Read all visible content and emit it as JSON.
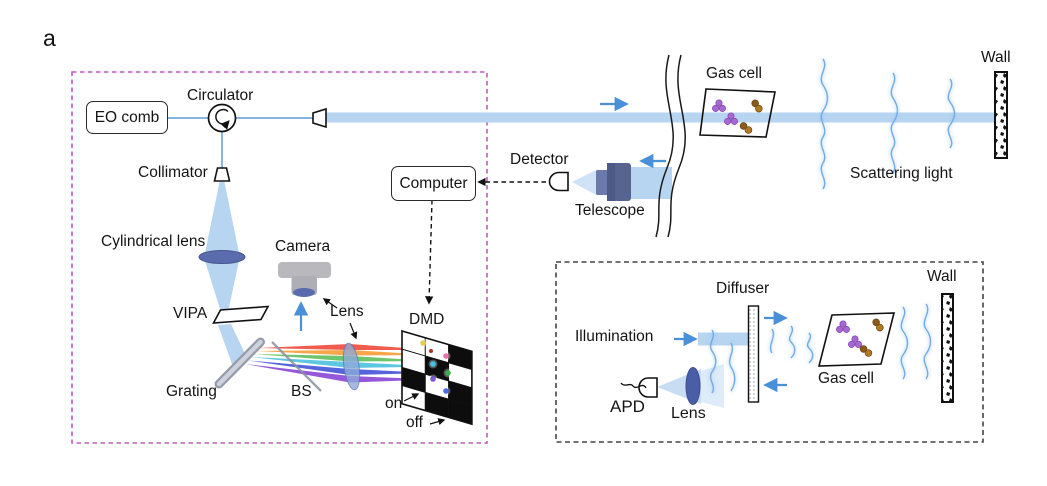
{
  "panel_label": "a",
  "colors": {
    "beam": "#b7d5f1",
    "fiber": "#78a8dc",
    "arrow_blue": "#4a90d9",
    "box_magenta": "#c45ac4",
    "box_black": "#444444",
    "lens_dark": "#5a6cae",
    "telescope_body": "#57648f",
    "camera_gray": "#b9b9bd"
  },
  "setup": {
    "eo_comb": "EO comb",
    "circulator": "Circulator",
    "collimator": "Collimator",
    "cylindrical_lens": "Cylindrical lens",
    "vipa": "VIPA",
    "grating": "Grating",
    "bs": "BS",
    "camera": "Camera",
    "lens": "Lens",
    "dmd": "DMD",
    "dmd_on": "on",
    "dmd_off": "off",
    "computer": "Computer"
  },
  "scene": {
    "detector": "Detector",
    "telescope": "Telescope",
    "gas_cell": "Gas cell",
    "scattering_light": "Scattering light",
    "wall": "Wall"
  },
  "inset": {
    "illumination": "Illumination",
    "diffuser": "Diffuser",
    "gas_cell": "Gas cell",
    "wall": "Wall",
    "apd": "APD",
    "lens": "Lens"
  }
}
